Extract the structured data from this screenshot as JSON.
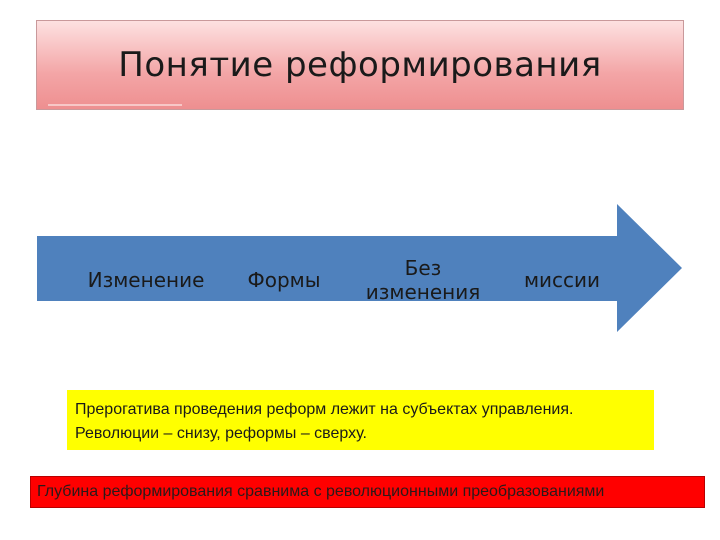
{
  "title": "Понятие реформирования",
  "arrow": {
    "color": "#4f81bd",
    "labels": [
      "Изменение",
      "Формы",
      "Без изменения",
      "миссии"
    ]
  },
  "note_box": {
    "color": "#ffff00",
    "line1": "Прерогатива проведения реформ лежит на субъектах управления.",
    "line2": "Революции – снизу, реформы – сверху."
  },
  "bottom_banner": {
    "color": "#ff0000",
    "text": "Глубина реформирования сравнима с революционными преобразованиями"
  }
}
